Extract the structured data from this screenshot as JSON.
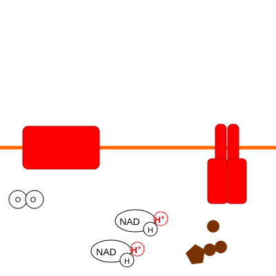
{
  "colors": {
    "membrane": "#FF6600",
    "protein": "#FF0000",
    "protein_stroke": "#B00000",
    "molecule": "#7A3300",
    "outline": "#000000",
    "proton": "#E00000",
    "background": "#FFFFFF"
  },
  "oxygen": {
    "atom_1": "O",
    "atom_2": "O"
  },
  "nadh_upper": {
    "label": "NAD",
    "hydrogen": "H",
    "proton_symbol": "H",
    "proton_charge": "+"
  },
  "nadh_lower": {
    "label": "NAD",
    "hydrogen": "H",
    "proton_symbol": "H",
    "proton_charge": "+"
  }
}
